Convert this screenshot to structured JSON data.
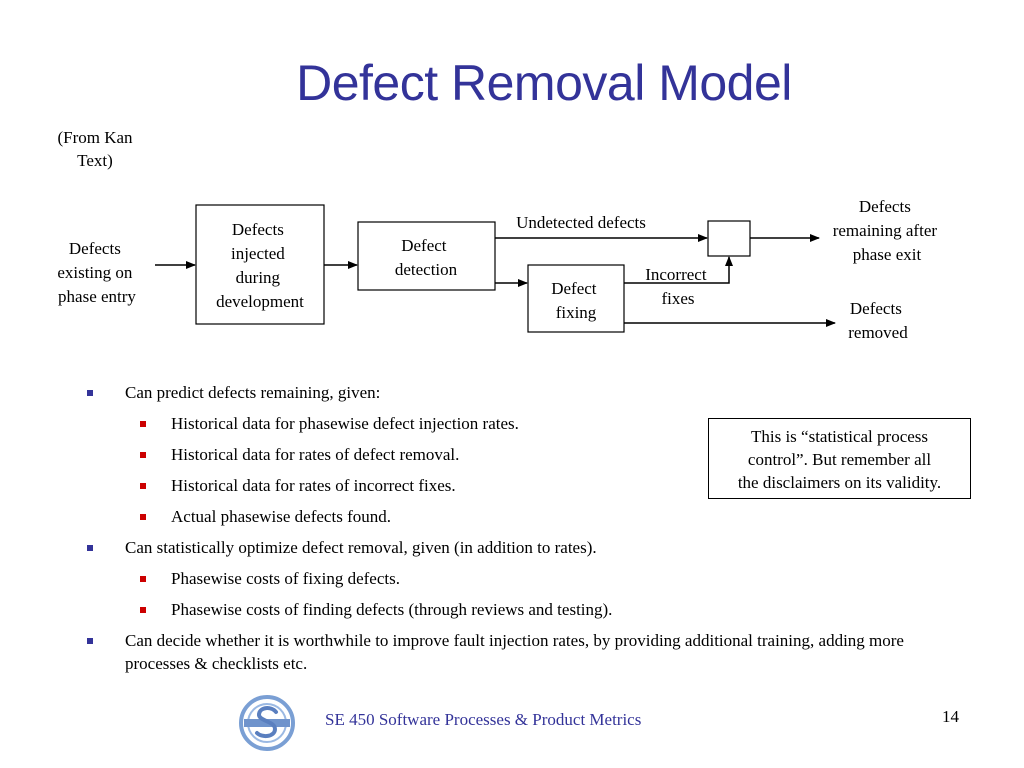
{
  "slide": {
    "title": "Defect Removal Model",
    "source_note": [
      "(From Kan",
      "Text)"
    ]
  },
  "diagram": {
    "input_label": [
      "Defects",
      "existing on",
      "phase entry"
    ],
    "injection_box": [
      "Defects",
      "injected",
      "during",
      "development"
    ],
    "detection_box": [
      "Defect",
      "detection"
    ],
    "fixing_box": [
      "Defect",
      "fixing"
    ],
    "undetected_label": "Undetected defects",
    "incorrect_fixes_label": [
      "Incorrect",
      "fixes"
    ],
    "remaining_label": [
      "Defects",
      "remaining after",
      "phase exit"
    ],
    "removed_label": [
      "Defects",
      "removed"
    ]
  },
  "bullets": [
    {
      "level": 1,
      "text": "Can predict defects remaining, given:"
    },
    {
      "level": 2,
      "text": "Historical data for phasewise defect injection rates."
    },
    {
      "level": 2,
      "text": "Historical data for rates of defect removal."
    },
    {
      "level": 2,
      "text": "Historical data for rates of incorrect fixes."
    },
    {
      "level": 2,
      "text": "Actual phasewise defects found."
    },
    {
      "level": 1,
      "text": "Can statistically optimize defect removal, given (in addition to rates)."
    },
    {
      "level": 2,
      "text": "Phasewise costs of fixing defects."
    },
    {
      "level": 2,
      "text": "Phasewise costs of finding defects (through reviews and testing)."
    },
    {
      "level": 1,
      "text": "Can decide whether it is worthwhile to improve fault injection rates, by providing additional training, adding more processes & checklists etc."
    }
  ],
  "callout": [
    "This is “statistical process",
    "control”.  But remember all",
    "the disclaimers on its validity."
  ],
  "footer": {
    "text": "SE 450 Software Processes & Product Metrics",
    "page_number": "14",
    "logo_icon": "se-logo-icon"
  },
  "colors": {
    "title": "#333399",
    "level1_bullet": "#333399",
    "level2_bullet": "#cc0000",
    "footer_text": "#333399",
    "logo": "#7a9fd4"
  }
}
